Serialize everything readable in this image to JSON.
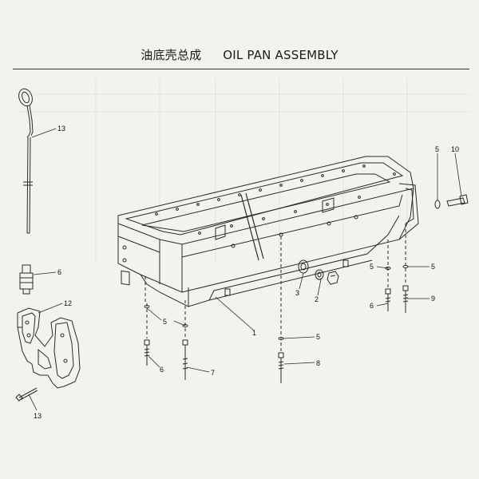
{
  "header": {
    "title_cn": "油底壳总成",
    "title_en": "OIL PAN ASSEMBLY"
  },
  "callouts": [
    {
      "label": "13"
    },
    {
      "label": "6"
    },
    {
      "label": "12"
    },
    {
      "label": "13"
    },
    {
      "label": "5"
    },
    {
      "label": "6"
    },
    {
      "label": "7"
    },
    {
      "label": "1"
    },
    {
      "label": "3"
    },
    {
      "label": "2"
    },
    {
      "label": "5"
    },
    {
      "label": "8"
    },
    {
      "label": "5"
    },
    {
      "label": "10"
    },
    {
      "label": "5"
    },
    {
      "label": "5"
    },
    {
      "label": "6"
    },
    {
      "label": "9"
    }
  ],
  "colors": {
    "line": "#2a2a2a",
    "paper": "#f4f2ef"
  }
}
